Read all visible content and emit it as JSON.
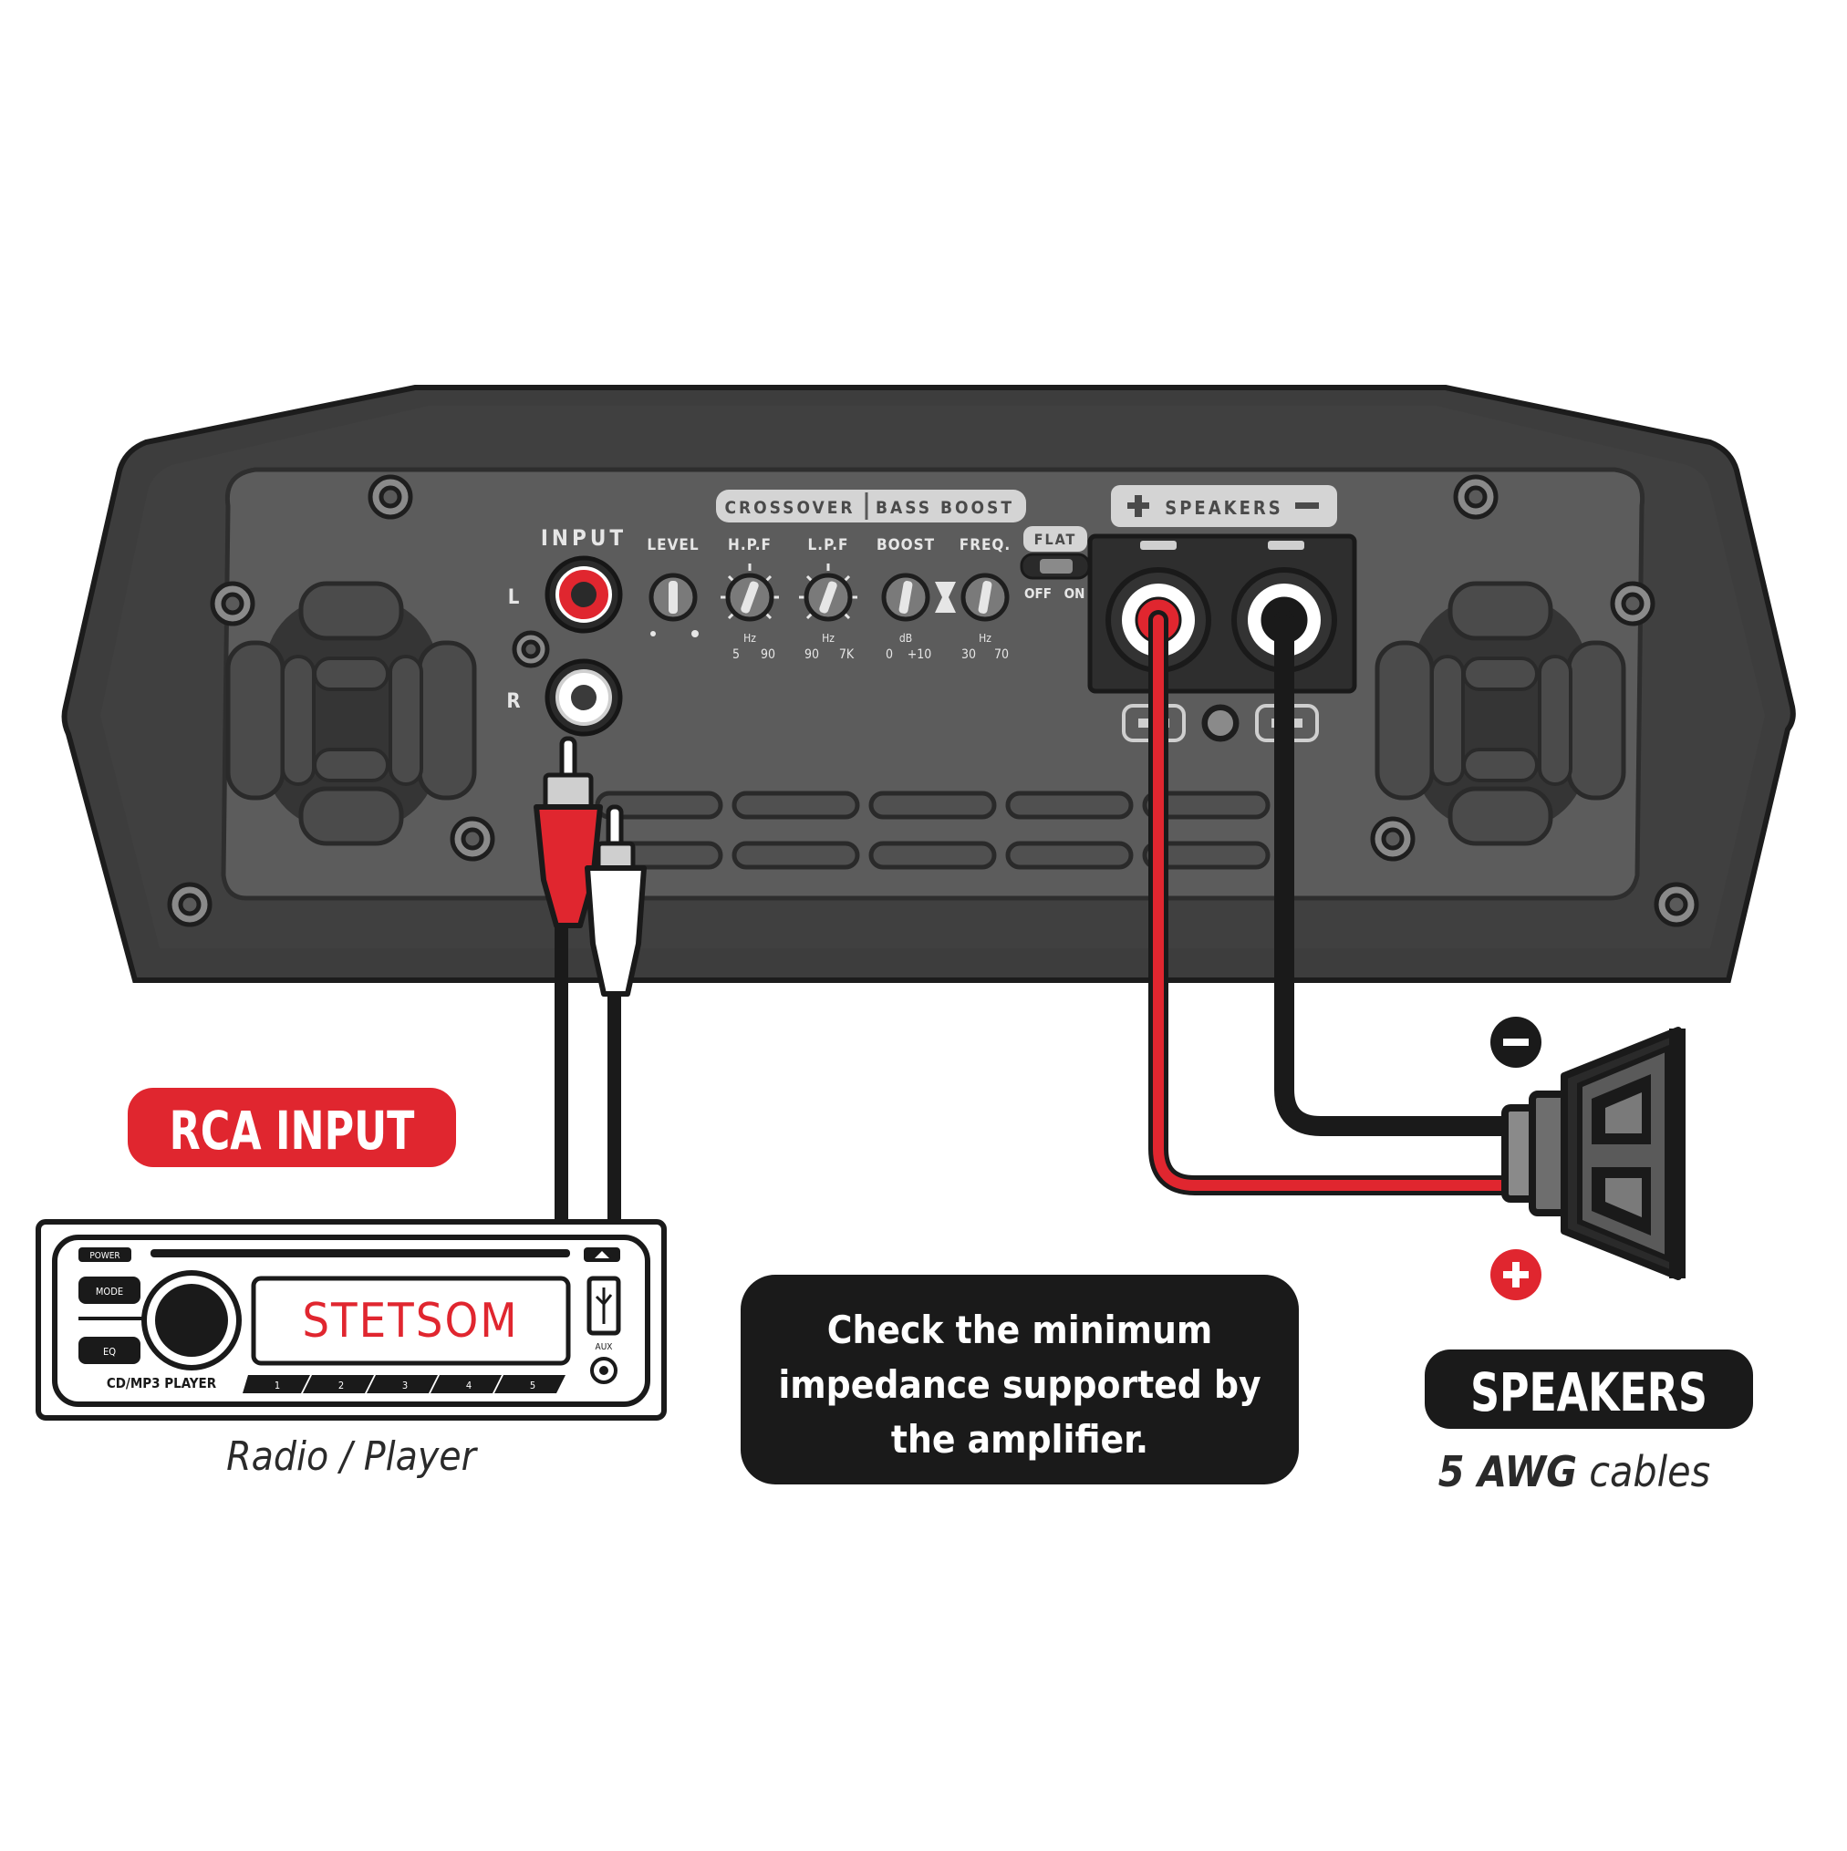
{
  "amplifier": {
    "input_label": "INPUT",
    "left_label": "L",
    "right_label": "R",
    "crossover_label": "CROSSOVER",
    "bass_boost_label": "BASS BOOST",
    "level_label": "LEVEL",
    "hpf_label": "H.P.F",
    "lpf_label": "L.P.F",
    "boost_label": "BOOST",
    "freq_label": "FREQ.",
    "flat_label": "FLAT",
    "off_label": "OFF",
    "on_label": "ON",
    "hpf_unit": "Hz",
    "hpf_min": "5",
    "hpf_max": "90",
    "lpf_unit": "Hz",
    "lpf_min": "90",
    "lpf_max": "7K",
    "boost_unit": "dB",
    "boost_min": "0",
    "boost_max": "+10",
    "freq_unit": "Hz",
    "freq_min": "30",
    "freq_max": "70",
    "speakers_label": "SPEAKERS"
  },
  "labels": {
    "rca_input": "RCA INPUT",
    "speakers": "SPEAKERS",
    "radio_caption": "Radio / Player",
    "cable_gauge": "5 AWG",
    "cable_word": "cables"
  },
  "note": {
    "line1": "Check the minimum",
    "line2": "impedance supported by",
    "line3": "the amplifier."
  },
  "radio": {
    "power": "POWER",
    "mode": "MODE",
    "eq": "EQ",
    "model": "CD/MP3 PLAYER",
    "display": "STETSOM",
    "aux": "AUX",
    "presets": [
      "1",
      "2",
      "3",
      "4",
      "5"
    ]
  },
  "colors": {
    "amp_body": "#3f3f3f",
    "amp_panel": "#5a5a5a",
    "accent_red": "#e0262f",
    "dark": "#1a1a1a",
    "white": "#ffffff"
  }
}
